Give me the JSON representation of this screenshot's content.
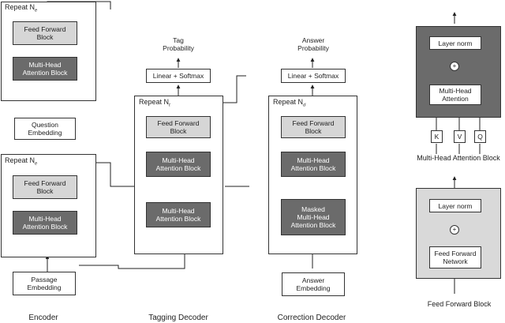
{
  "encoder": {
    "top_repeat": "Repeat N",
    "top_repeat_sub": "e",
    "feed_forward": "Feed Forward\nBlock",
    "multi_head": "Multi-Head\nAttention Block",
    "question_embedding": "Question\nEmbedding",
    "bottom_repeat": "Repeat N",
    "bottom_repeat_sub": "e",
    "passage_embedding": "Passage\nEmbedding",
    "caption": "Encoder"
  },
  "tagging_decoder": {
    "output": "Tag\nProbability",
    "linear": "Linear + Softmax",
    "repeat": "Repeat N",
    "repeat_sub": "t",
    "feed_forward": "Feed Forward\nBlock",
    "multi_head_1": "Multi-Head\nAttention Block",
    "multi_head_2": "Multi-Head\nAttention Block",
    "caption": "Tagging Decoder"
  },
  "correction_decoder": {
    "output": "Answer\nProbability",
    "linear": "Linear + Softmax",
    "repeat": "Repeat N",
    "repeat_sub": "d",
    "feed_forward": "Feed Forward\nBlock",
    "multi_head": "Multi-Head\nAttention Block",
    "masked": "Masked\nMulti-Head\nAttention Block",
    "input": "Answer\nEmbedding",
    "caption": "Correction Decoder"
  },
  "mha_block": {
    "layer_norm": "Layer norm",
    "plus": "+",
    "attention": "Multi-Head\nAttention",
    "k": "K",
    "v": "V",
    "q": "Q",
    "caption": "Multi-Head Attention Block"
  },
  "ff_block": {
    "layer_norm": "Layer norm",
    "plus": "+",
    "network": "Feed Forward\nNetwork",
    "caption": "Feed Forward Block"
  }
}
